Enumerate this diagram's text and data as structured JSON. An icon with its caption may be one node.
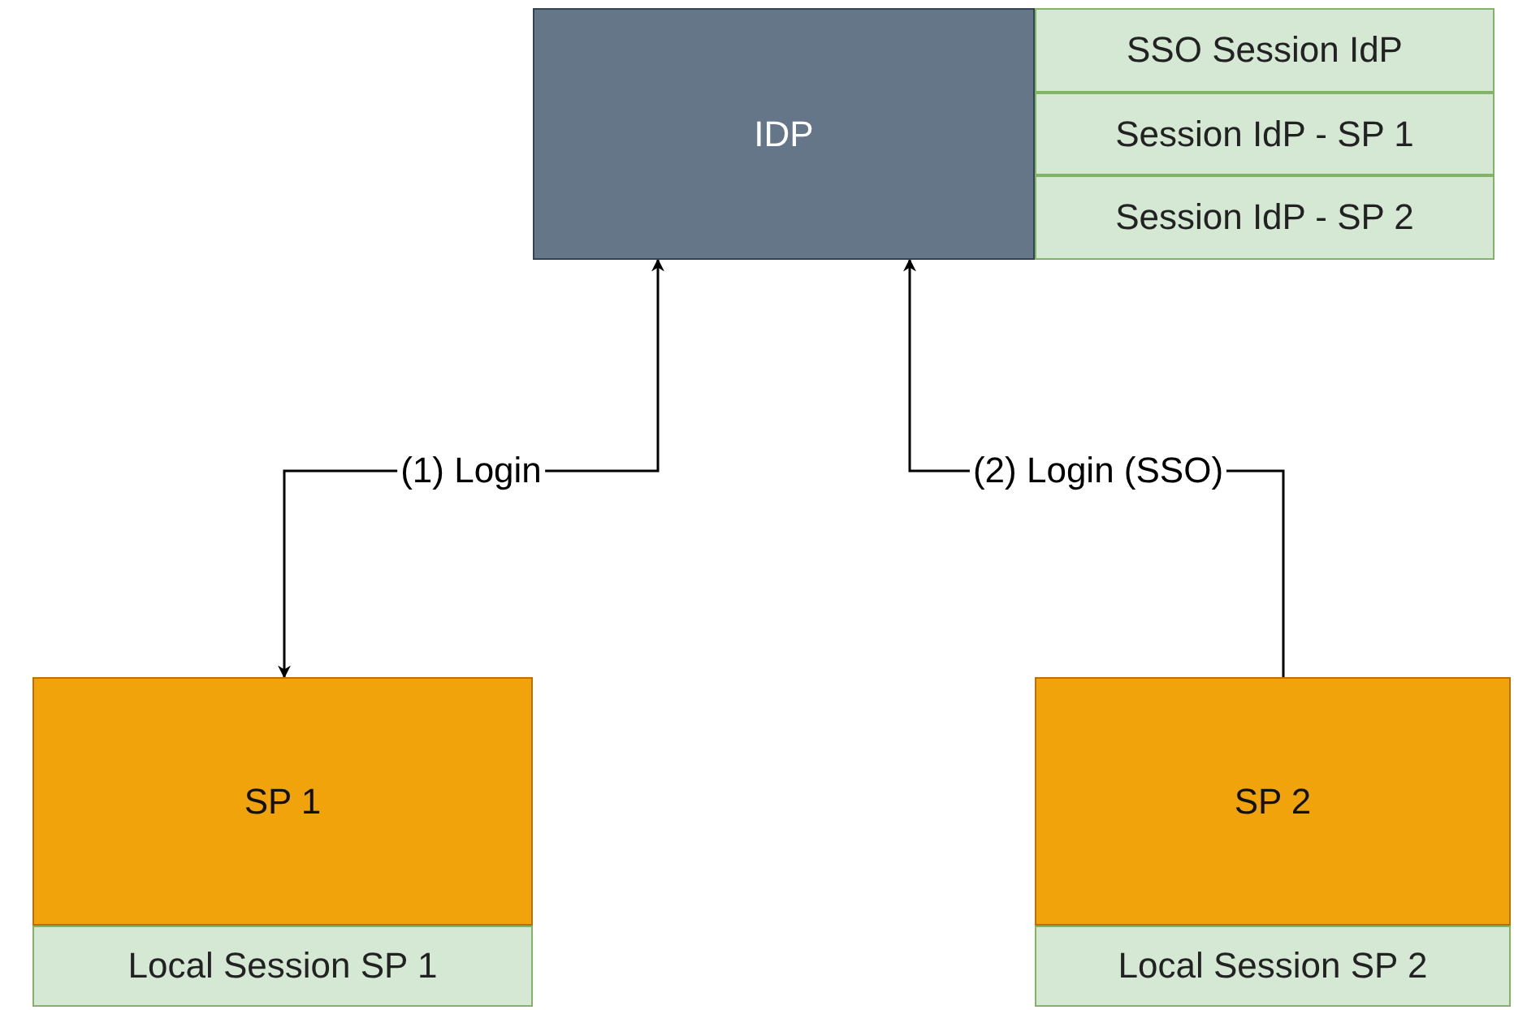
{
  "diagram": {
    "nodes": [
      {
        "text": [
          "IDP"
        ]
      },
      {
        "text": [
          "SSO Session IdP"
        ]
      },
      {
        "text": [
          "Session IdP - SP 1"
        ]
      },
      {
        "text": [
          "Session IdP - SP 2"
        ]
      },
      {
        "text": [
          "SP 1"
        ]
      },
      {
        "text": [
          "Local Session SP 1"
        ]
      },
      {
        "text": [
          "SP 2"
        ]
      },
      {
        "text": [
          "Local Session SP 2"
        ]
      }
    ],
    "edges": [
      {
        "from": 0,
        "to": 4,
        "arrow": "both",
        "label": "(1) Login"
      },
      {
        "from": 6,
        "to": 0,
        "arrow": "to",
        "label": "(2) Login (SSO)"
      }
    ]
  }
}
